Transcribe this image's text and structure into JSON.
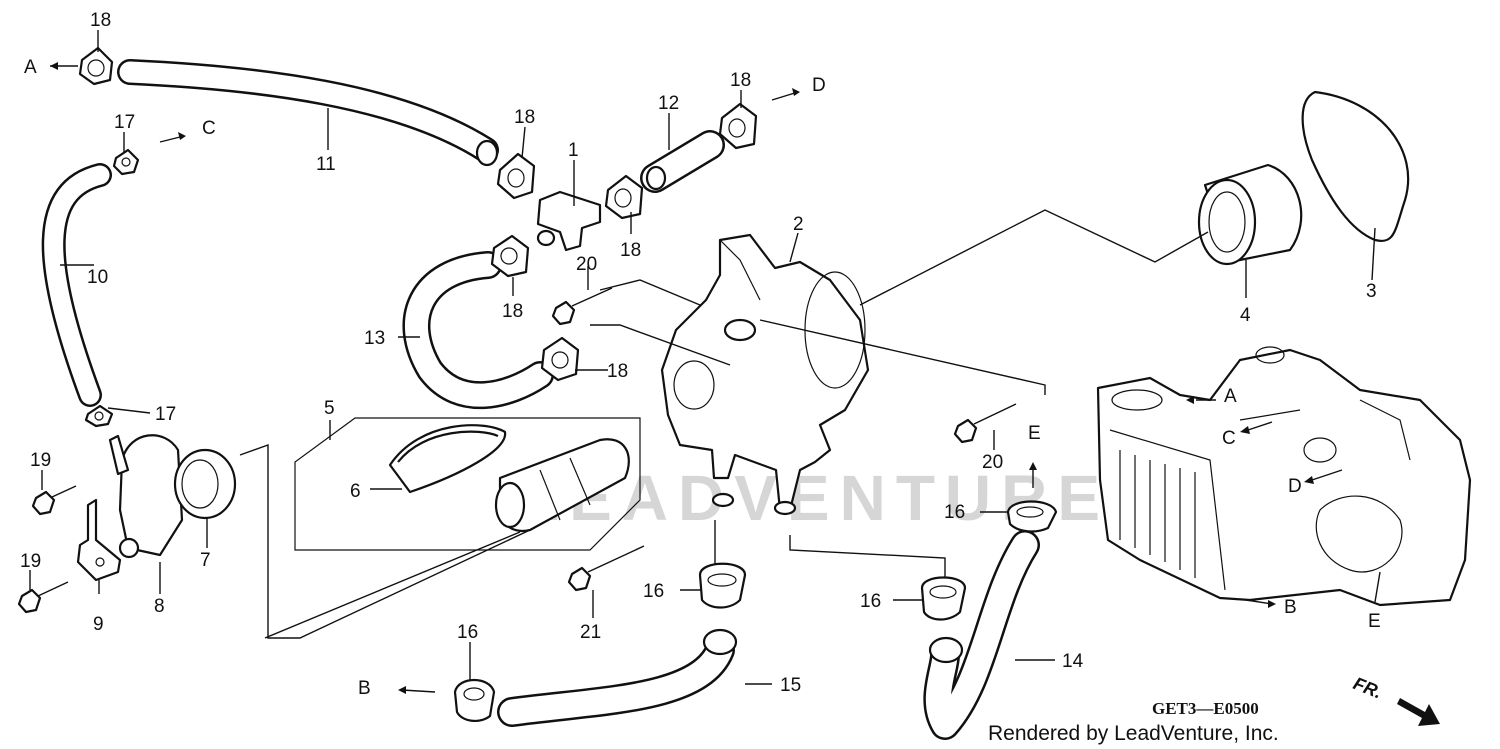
{
  "callouts": {
    "p1": "1",
    "p2": "2",
    "p3": "3",
    "p4": "4",
    "p5": "5",
    "p6": "6",
    "p7": "7",
    "p8": "8",
    "p9": "9",
    "p10": "10",
    "p11": "11",
    "p12": "12",
    "p13": "13",
    "p14": "14",
    "p15": "15",
    "p16a": "16",
    "p16b": "16",
    "p16c": "16",
    "p16d": "16",
    "p17a": "17",
    "p17b": "17",
    "p18a": "18",
    "p18b": "18",
    "p18c": "18",
    "p18d": "18",
    "p18e": "18",
    "p18f": "18",
    "p19a": "19",
    "p19b": "19",
    "p20a": "20",
    "p20b": "20",
    "p21": "21"
  },
  "connectors": {
    "a_left": "A",
    "c_left": "C",
    "d_top": "D",
    "b_bottom": "B",
    "e_mid": "E",
    "a_inset": "A",
    "c_inset": "C",
    "d_inset": "D",
    "b_inset": "B",
    "e_inset": "E"
  },
  "diagram_code": "GET3—E0500",
  "credit": "Rendered by LeadVenture, Inc.",
  "front_marker": "FR.",
  "watermark": "LEADVENTURE"
}
